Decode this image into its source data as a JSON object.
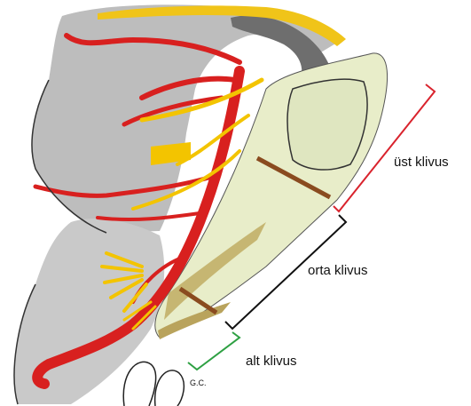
{
  "labels": {
    "upper_clivus": "üst klivus",
    "middle_clivus": "orta klivus",
    "lower_clivus": "alt klivus",
    "gc": "G.C."
  },
  "colors": {
    "bone_gray": "#b9b9b9",
    "dark_gray": "#6e6e6e",
    "artery_red": "#d8201f",
    "nerve_yellow": "#f3c400",
    "clivus_fill": "#e6ecc8",
    "clivus_dark": "#b9a35c",
    "brown_line": "#8a4b1f",
    "bracket_upper": "#d9232d",
    "bracket_middle": "#111111",
    "bracket_lower": "#2ea043"
  }
}
